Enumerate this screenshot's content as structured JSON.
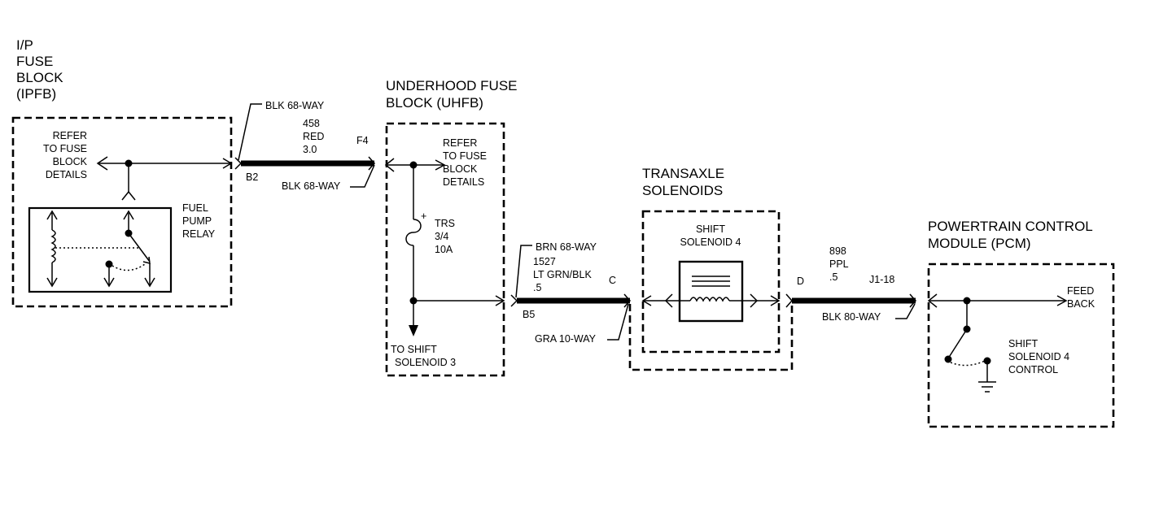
{
  "ipfb": {
    "title_lines": [
      "I/P",
      "FUSE",
      "BLOCK",
      "(IPFB)"
    ],
    "refer_lines": [
      "REFER",
      "TO FUSE",
      "BLOCK",
      "DETAILS"
    ],
    "relay_lines": [
      "FUEL",
      "PUMP",
      "RELAY"
    ]
  },
  "connector_b2": {
    "top_label": "BLK 68-WAY",
    "wire_lines": [
      "458",
      "RED",
      "3.0"
    ],
    "pin_left": "B2",
    "pin_right": "F4",
    "bottom_label": "BLK 68-WAY"
  },
  "uhfb": {
    "title_lines": [
      "UNDERHOOD FUSE",
      "BLOCK (UHFB)"
    ],
    "refer_lines": [
      "REFER",
      "TO FUSE",
      "BLOCK",
      "DETAILS"
    ],
    "fuse_lines": [
      "TRS",
      "3/4",
      "10A"
    ],
    "fuse_plus": "+",
    "to_shift_lines": [
      "TO SHIFT",
      "SOLENOID 3"
    ]
  },
  "connector_b5": {
    "top_label": "BRN 68-WAY",
    "wire_lines": [
      "1527",
      "LT GRN/BLK",
      ".5"
    ],
    "pin_c": "C",
    "pin_left": "B5",
    "bottom_label": "GRA 10-WAY"
  },
  "transaxle": {
    "title_lines": [
      "TRANSAXLE",
      "SOLENOIDS"
    ],
    "solenoid_lines": [
      "SHIFT",
      "SOLENOID 4"
    ]
  },
  "connector_j1": {
    "pin_d": "D",
    "wire_lines": [
      "898",
      "PPL",
      ".5"
    ],
    "pin_right": "J1-18",
    "bottom_label": "BLK 80-WAY"
  },
  "pcm": {
    "title_lines": [
      "POWERTRAIN CONTROL",
      "MODULE (PCM)"
    ],
    "feedback_lines": [
      "FEED",
      "BACK"
    ],
    "control_lines": [
      "SHIFT",
      "SOLENOID 4",
      "CONTROL"
    ]
  }
}
